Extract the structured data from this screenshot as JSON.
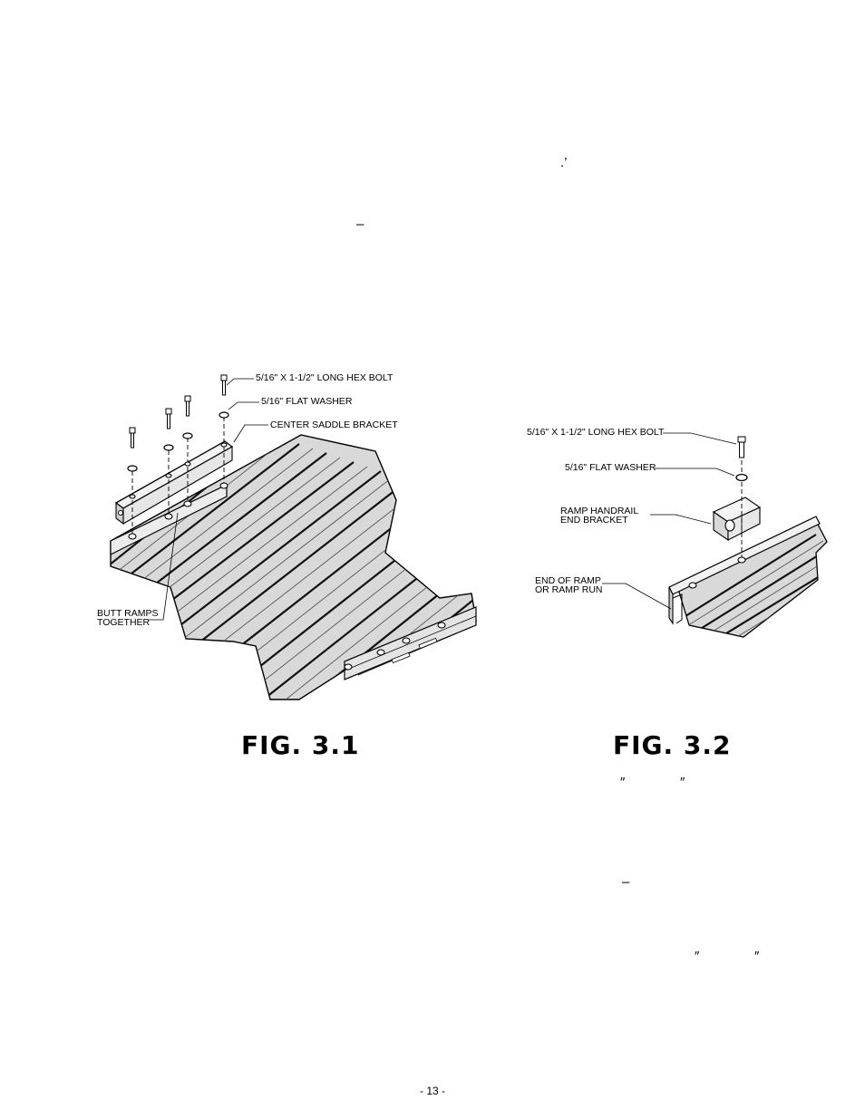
{
  "marks": {
    "m1": ".’",
    "m2": "–",
    "m3": "″",
    "m4": "″",
    "m5": "–",
    "m6": "″",
    "m7": "″"
  },
  "fig1": {
    "title": "FIG. 3.1",
    "callouts": {
      "bolt": "5/16\" X 1-1/2\" LONG HEX BOLT",
      "washer": "5/16\" FLAT WASHER",
      "bracket": "CENTER SADDLE BRACKET",
      "butt_1": "BUTT RAMPS",
      "butt_2": "TOGETHER"
    }
  },
  "fig2": {
    "title": "FIG. 3.2",
    "callouts": {
      "bolt": "5/16\" X 1-1/2\" LONG HEX BOLT",
      "washer": "5/16\" FLAT WASHER",
      "bracket_1": "RAMP HANDRAIL",
      "bracket_2": "END BRACKET",
      "end_1": "END OF RAMP",
      "end_2": "OR RAMP RUN"
    }
  },
  "footer": {
    "page_number": "- 13 -"
  }
}
